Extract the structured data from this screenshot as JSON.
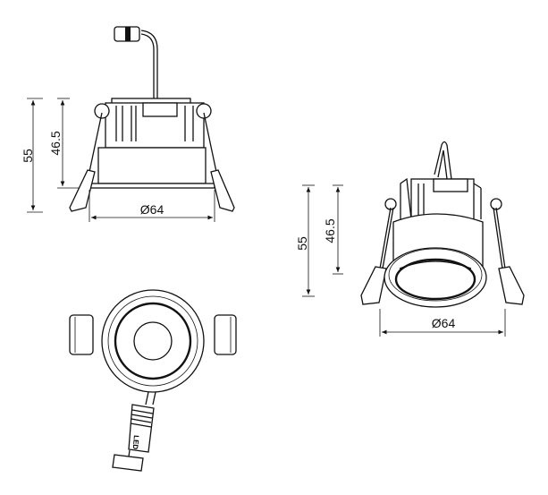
{
  "side_view": {
    "height_total": "55",
    "height_body": "46.5",
    "diameter": "Ø64"
  },
  "bottom_view": {
    "connector_label": "LED"
  },
  "perspective_view": {
    "height_total": "55",
    "height_body": "46.5",
    "diameter": "Ø64"
  },
  "colors": {
    "line": "#111111",
    "background": "#ffffff"
  }
}
